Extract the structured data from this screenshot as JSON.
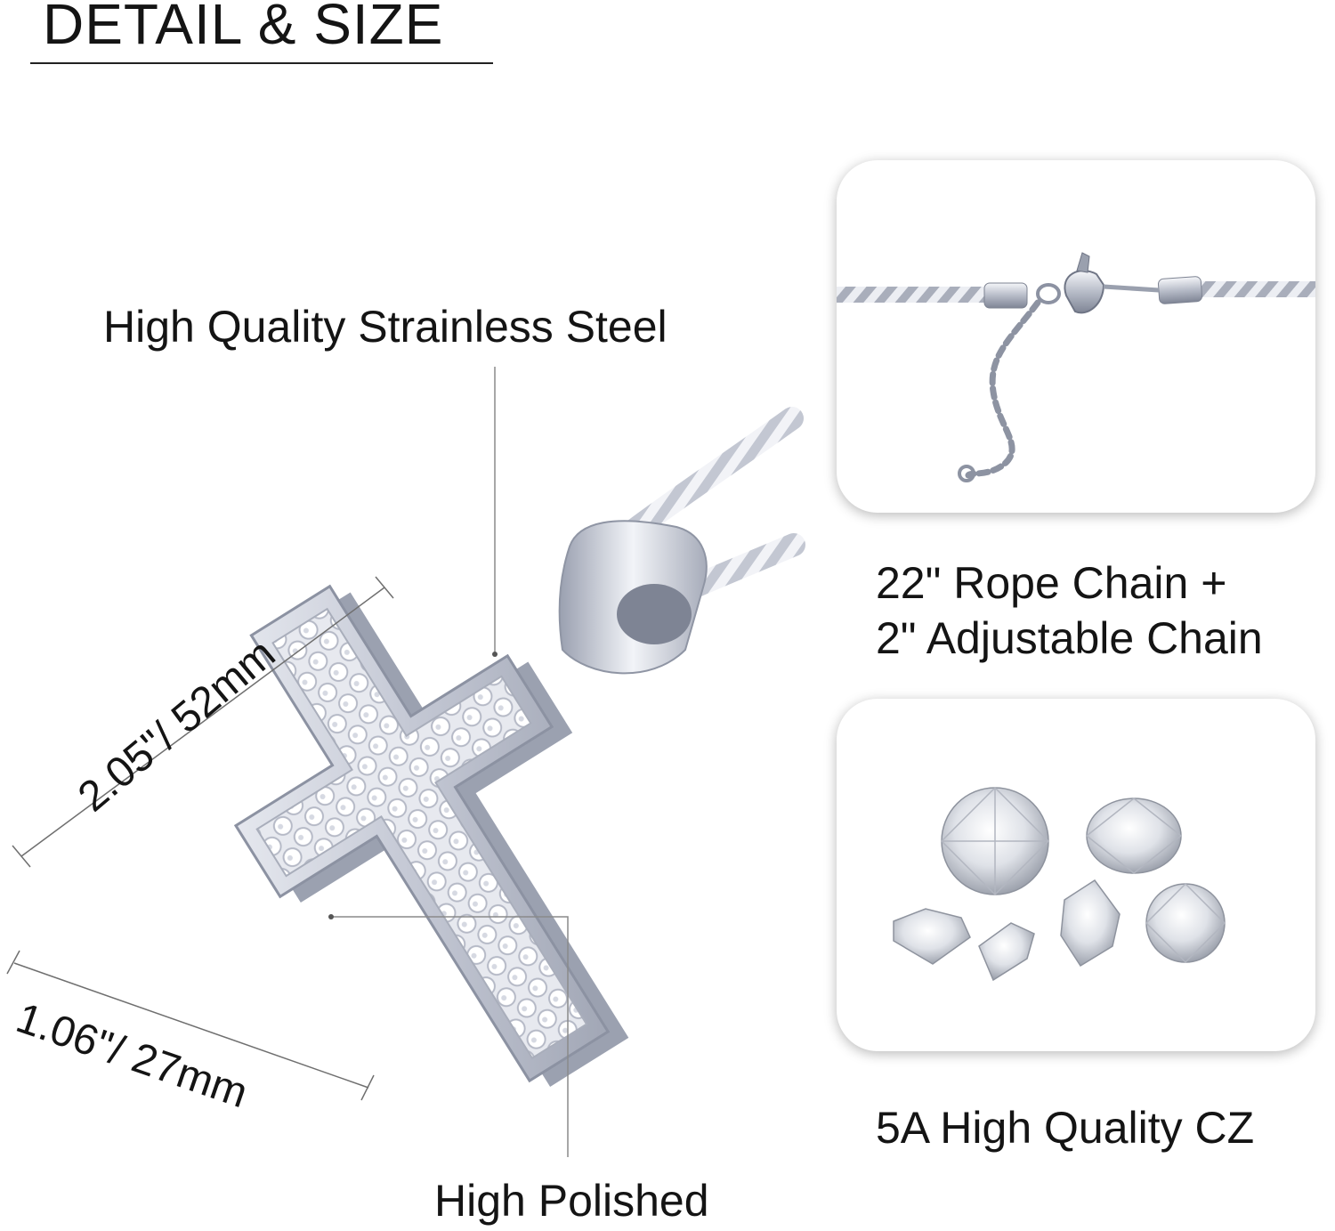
{
  "header": {
    "title": "DETAIL & SIZE"
  },
  "labels": {
    "material": "High Quality Strainless Steel",
    "finish": "High Polished",
    "chain_line1": "22\" Rope Chain +",
    "chain_line2": "2\" Adjustable Chain",
    "stone": "5A High Quality CZ"
  },
  "dimensions": {
    "height": "2.05\"/ 52mm",
    "width": "1.06\"/ 27mm"
  },
  "icons": {
    "pendant": "cross-pendant-icon",
    "chain": "rope-chain-clasp-icon",
    "stones": "cz-gemstones-icon"
  },
  "colors": {
    "text": "#141414",
    "silver": "#c9cdd6",
    "line": "#8a8a8a"
  }
}
